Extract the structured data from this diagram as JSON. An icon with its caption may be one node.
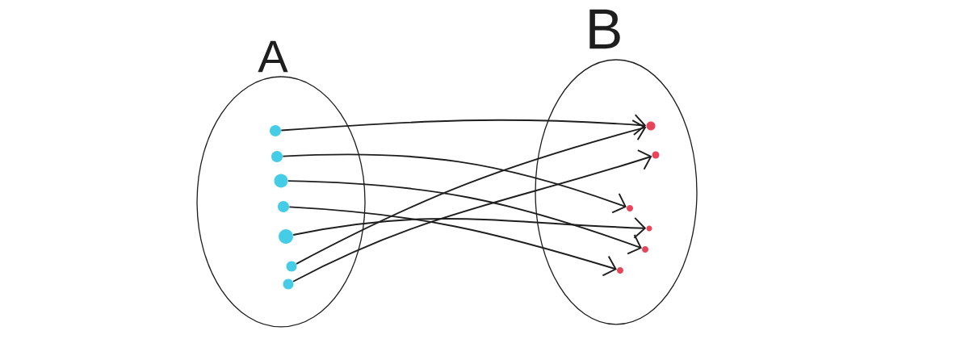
{
  "diagram": {
    "nodes": [
      {
        "text": [
          "A"
        ]
      },
      {
        "text": [],
        "shape": "circle",
        "in": 0
      },
      {
        "text": [],
        "shape": "circle",
        "in": 0
      },
      {
        "text": [],
        "shape": "circle",
        "in": 0
      },
      {
        "text": [],
        "shape": "circle",
        "in": 0
      },
      {
        "text": [],
        "shape": "circle",
        "in": 0
      },
      {
        "text": [],
        "shape": "circle",
        "in": 0
      },
      {
        "text": [],
        "shape": "circle",
        "in": 0
      },
      {
        "text": [
          "B"
        ]
      },
      {
        "text": [],
        "shape": "circle",
        "in": 8
      },
      {
        "text": [],
        "shape": "circle",
        "in": 8
      },
      {
        "text": [],
        "shape": "circle",
        "in": 8
      },
      {
        "text": [],
        "shape": "circle",
        "in": 8
      },
      {
        "text": [],
        "shape": "circle",
        "in": 8
      },
      {
        "text": [],
        "shape": "circle",
        "in": 8
      }
    ],
    "edges": [
      {
        "from": 1,
        "to": 9,
        "arrow": "to"
      },
      {
        "from": 2,
        "to": 11,
        "arrow": "to"
      },
      {
        "from": 3,
        "to": 13,
        "arrow": "to"
      },
      {
        "from": 4,
        "to": 14,
        "arrow": "to"
      },
      {
        "from": 5,
        "to": 12,
        "arrow": "to"
      },
      {
        "from": 6,
        "to": 9,
        "arrow": "to"
      },
      {
        "from": 7,
        "to": 10,
        "arrow": "to"
      }
    ]
  }
}
